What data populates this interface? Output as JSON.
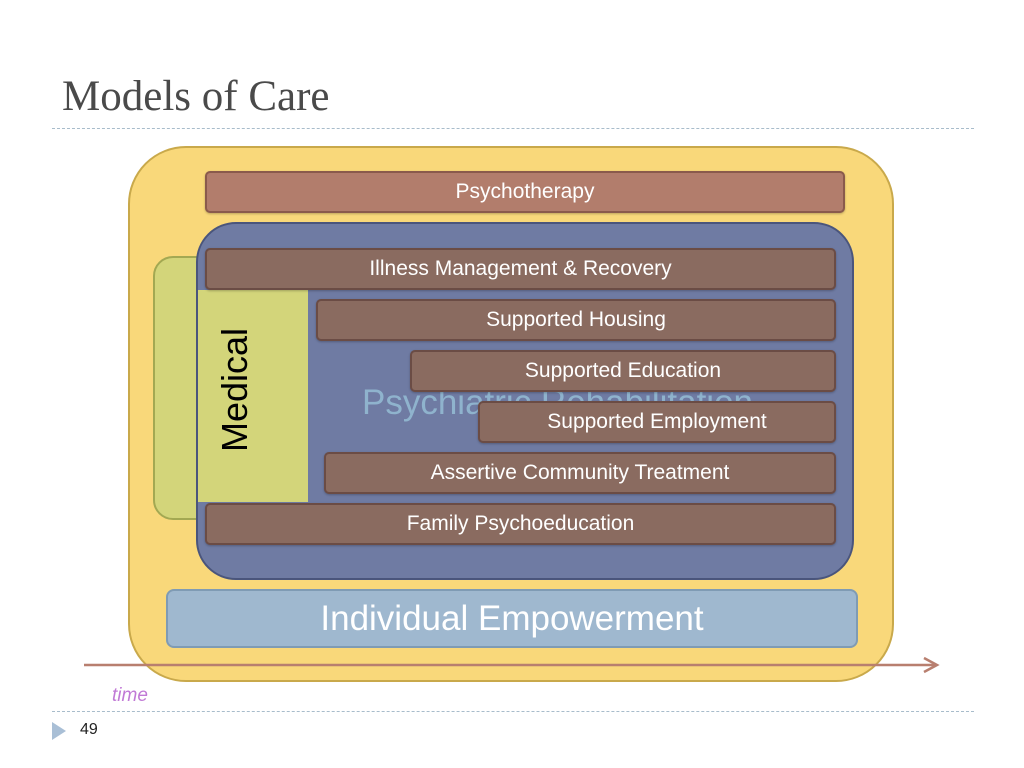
{
  "title": "Models of Care",
  "boxes": {
    "psychotherapy": "Psychotherapy",
    "medical": "Medical",
    "psychiatric_rehabilitation": "Psychiatric Rehabilitation",
    "illness_management": "Illness Management & Recovery",
    "supported_housing": "Supported Housing",
    "supported_education": "Supported Education",
    "supported_employment": "Supported Employment",
    "assertive_community": "Assertive Community Treatment",
    "family_psychoeducation": "Family Psychoeducation",
    "individual_empowerment": "Individual Empowerment"
  },
  "axis": {
    "label": "time"
  },
  "page_number": "49",
  "colors": {
    "outer": "#f9d87a",
    "medical": "#d3d57a",
    "psych_rehab": "#6f7ba3",
    "service_bar": "#8a6b60",
    "psychotherapy": "#b27d6c",
    "empowerment": "#9fb8cf",
    "time_arrow": "#b87f6f",
    "time_label": "#c17ad6"
  },
  "icons": {
    "bullet": "triangle-bullet-icon",
    "arrow": "arrow-right-icon"
  }
}
